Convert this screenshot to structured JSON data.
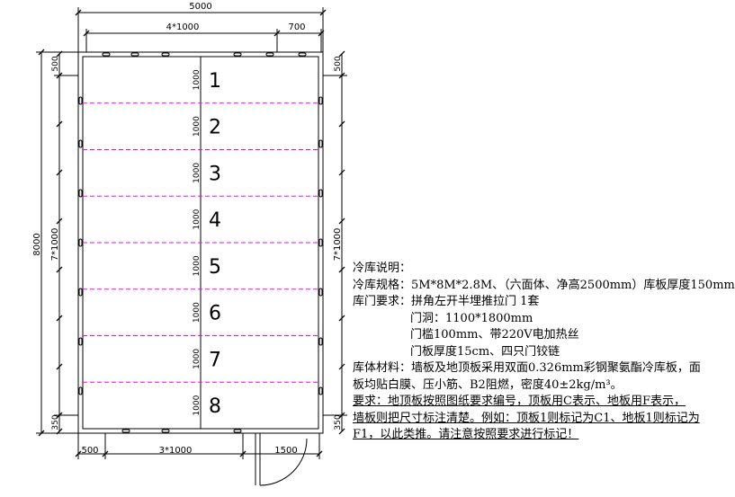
{
  "dimensions": {
    "overall_width": "5000",
    "top_left": "4*1000",
    "top_right": "700",
    "bottom_left_margin": "500",
    "bottom_middle": "3*1000",
    "bottom_door": "1500",
    "overall_height": "8000",
    "left_panels": "7*1000",
    "right_panels": "7*1000",
    "left_top": "500",
    "left_bottom": "350",
    "right_top": "500",
    "right_bottom": "350",
    "panel_width": "1000"
  },
  "panels": [
    "1",
    "2",
    "3",
    "4",
    "5",
    "6",
    "7",
    "8"
  ],
  "colors": {
    "line": "#000000",
    "panel_joint": "#ff00ff"
  },
  "notes": {
    "title": "冷库说明：",
    "spec": "冷库规格：5M*8M*2.8M、（六面体、净高2500mm）库板厚度150mm",
    "door_req": "库门要求：拼角左开半埋推拉门 1套",
    "door_opening": "门洞：1100*1800mm",
    "door_sill": "门槛100mm、带220V电加热丝",
    "door_thickness": "门板厚度15cm、四只门铰链",
    "material_1": "库体材料：墙板及地顶板采用双面0.326mm彩钢聚氨酯冷库板，面",
    "material_2": "板均贴白膜、压小筋、B2阻燃，密度40±2kg/m³。",
    "req_1": "要求：地顶板按照图纸要求编号，顶板用C表示、地板用F表示，",
    "req_2": "墙板则把尺寸标注清楚。例如：顶板1则标记为C1、地板1则标记为",
    "req_3": "F1，以此类推。请注意按照要求进行标记！"
  }
}
